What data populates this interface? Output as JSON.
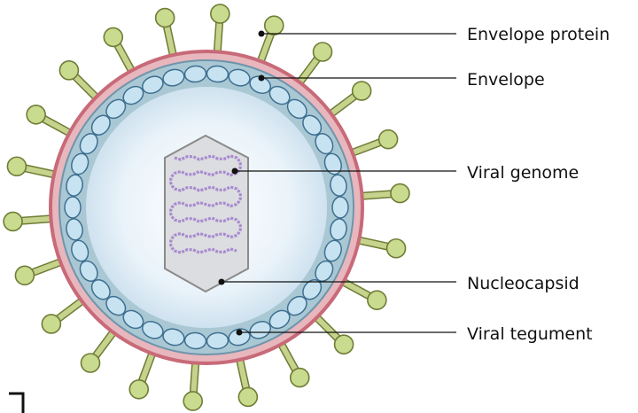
{
  "labels": {
    "envelope_protein": "Envelope protein",
    "envelope": "Envelope",
    "viral_genome": "Viral genome",
    "nucleocapsid": "Nucleocapsid",
    "viral_tegument": "Viral tegument"
  },
  "colors": {
    "spike_stalk": "#c5d38c",
    "spike_outline": "#6f7c36",
    "spike_head": "#c9db8e",
    "envelope_outer": "#c86a78",
    "envelope_fill": "#e8b6bd",
    "tegument_fill": "#a9c8d4",
    "tegument_bead": "#c7e3f1",
    "tegument_bead_outline": "#3e6f90",
    "interior": "#e4f0f8",
    "capsid_fill": "#dcdde0",
    "capsid_outline": "#8a8a8a",
    "genome": "#a88ad0"
  }
}
